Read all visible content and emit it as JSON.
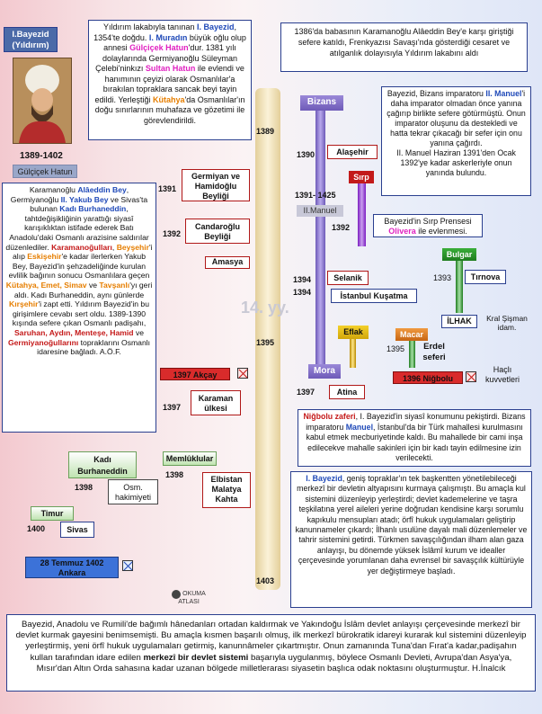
{
  "colors": {
    "bluetext": "#1f49b8",
    "orange": "#e67e00",
    "pink": "#e020c0",
    "red": "#c41818",
    "timeline": "#f2e2b8"
  },
  "header": {
    "title_line1": "I.Bayezid",
    "title_line2": "(Yıldırım)",
    "reign": "1389-1402",
    "wife": "Gülçiçek Hatun"
  },
  "intro": {
    "t1": "Yıldırım lakabıyla tanınan ",
    "h1": "I. Bayezid",
    "t2": ", 1354'te doğdu. ",
    "h2": "I. Muradın",
    "t3": " büyük oğlu olup annesi ",
    "h3": "Gülçiçek Hatun",
    "t4": "'dur. 1381 yılı dolaylarında Germiyanoğlu Süleyman Çelebi'ninkızı ",
    "h4": "Sultan Hatun",
    "t5": " ile evlendi ve hanımının çeyizi olarak Osmanlılar'a bırakılan topraklara sancak beyi tayin edildi. Yerleştiği ",
    "h5": "Kütahya",
    "t6": "'da Osmanlılar'ın doğu sınırlarının muhafaza ve gözetimi ile görevlendirildi."
  },
  "top_right": "1386'da babasının Karamanoğlu Alâeddin Bey'e karşı giriştiği sefere katıldı, Frenkyazısı Savaşı'nda gösterdiği cesaret ve atılganlık dolayısıyla Yıldırım lakabını aldı",
  "left_text": {
    "a1": "Karamanoğlu ",
    "b1": "Alâeddin Bey",
    "a2": ", Germiyanoğlu ",
    "b2": "II. Yakub Bey",
    "a3": " ve Sivas'ta bulunan ",
    "b3": "Kadı Burhaneddin",
    "a4": ", tahtdeğişikliğinin yarattığı siyasî karışıklıktan istifade ederek Batı Anadolu'daki Osmanlı arazisine saldırılar düzenlediler. ",
    "r1": "Karamanoğulları",
    "a5": ", ",
    "o1": "Beyşehir",
    "a6": "'i alıp ",
    "o2": "Eskişehir",
    "a7": "'e kadar ilerlerken Yakub Bey, Bayezid'in şehzadeliğinde kurulan evlilik bağının sonucu Osmanlılara geçen ",
    "o3": "Kütahya, Emet, Simav",
    "a8": " ve ",
    "o4": "Tavşanlı",
    "a9": "'yı geri aldı. Kadı Burhaneddin, aynı günlerde ",
    "o5": "Kırşehir",
    "a10": "'i zapt etti. Yıldırım Bayezid'in bu girişimlere cevabı sert oldu. 1389-1390 kışında sefere çıkan Osmanlı padişahı, ",
    "r2": "Saruhan, Aydın, Menteşe, Hamid",
    "a11": " ve ",
    "r3": "Germiyanoğullarını",
    "a12": " topraklarını Osmanlı idaresine bağladı. A.Ö.F."
  },
  "timeline": {
    "years": [
      "1389",
      "1395",
      "1403"
    ],
    "watermark": "14. yy."
  },
  "left_events": {
    "germiyan": "Germiyan ve Hamidoğlu Beyliği",
    "y1391": "1391",
    "candaroglu": "Candaroğlu Beyliği",
    "y1392": "1392",
    "amasya": "Amasya",
    "aksay": "1397  Akçay",
    "karaman": "Karaman ülkesi",
    "y1397": "1397",
    "kadi": "Kadı Burhaneddin",
    "y1398": "1398",
    "osm": "Osm. hakimiyeti",
    "memluk": "Memlûklular",
    "y1398b": "1398",
    "elbistan": "Elbistan Malatya Kahta",
    "timur": "Timur",
    "y1400": "1400",
    "sivas": "Sivas",
    "ankara": "28 Temmuz  1402 Ankara"
  },
  "right_events": {
    "bizans": "Bizans",
    "bizans_text1": "Bayezid, Bizans imparatoru ",
    "bizans_h": "II. Manuel",
    "bizans_text2": "'i daha imparator olmadan önce yanına çağırıp birlikte sefere götürmüştü. Onun imparator oluşunu da destekledi ve hatta tekrar çıkacağı bir sefer için onu yanına çağırdı.",
    "bizans_text3": "II. Manuel Haziran 1391'den Ocak 1392'ye kadar askerleriyle onun yanında bulundu.",
    "y1390": "1390",
    "alasehir": "Alaşehir",
    "sirp": "Sırp",
    "y1391_1425": "1391- 1425",
    "manuel": "II.Manuel",
    "y1392": "1392",
    "sirp_text1": "Bayezid'in Sırp Prensesi ",
    "olivera": "Olivera",
    "sirp_text2": " ile evlenmesi.",
    "bulgar": "Bulgar",
    "y1393": "1393",
    "tirnova": "Tırnova",
    "y1394a": "1394",
    "selanik": "Selanik",
    "y1394b": "1394",
    "istanbul": "İstanbul Kuşatma",
    "y1395": "1395",
    "ilhak": "İLHAK",
    "kral": "Kral Şişman idam.",
    "eflak": "Eflak",
    "macar": "Macar",
    "y1395b": "1395",
    "erdel": "Erdel seferi",
    "nigbolu": "1396  Niğbolu",
    "hacli": "Haçlı kuvvetleri",
    "mora": "Mora",
    "y1397": "1397",
    "atina": "Atina"
  },
  "nigbolu_box": {
    "h": "Niğbolu zaferi",
    "t": ", I. Bayezid'in siyasî konumunu pekiştirdi. Bizans imparatoru ",
    "m": "Manuel",
    "t2": ", İstanbul'da bir Türk mahallesi kurulmasını kabul etmek mecburiyetinde kaldı. Bu mahallede bir cami inşa edilecekve mahalle sakinleri için bir kadı tayin edilmesine izin verilecekti."
  },
  "state_box": {
    "h": "I. Bayezid",
    "t": ", geniş topraklar'ın tek başkentten yönetilebileceği merkezî bir devletin altyapısını kurmaya çalışmıştı. Bu amaçla kul sistemini düzenleyip yerleştirdi; devlet kademelerine ve taşra teşkilatına yerel aileleri yerine doğrudan kendisine karşı sorumlu kapıkulu mensupları atadı; örfî hukuk uygulamaları geliştirip kanunnameler çıkardı; İlhanlı usulüne dayalı mali düzenlemeler ve tahrir sistemini getirdi. Türkmen savaşçılığından ilham alan gaza anlayışı, bu dönemde yüksek İslâmî kurum ve idealler çerçevesinde yorumlanan daha evrensel bir savaşçılık kültürüyle yer değiştirmeye başladı."
  },
  "logo": "OKUMA ATLASI",
  "bottom": {
    "t1": "Bayezid, Anadolu ve Rumili'de bağımlı hânedanları ortadan kaldırmak ve Yakındoğu İslâm devlet anlayışı çerçevesinde merkezî bir devlet kurmak gayesini benimsemişti. Bu amaçla kısmen başarılı olmuş, ilk merkezî bürokratik idareyi kurarak kul sistemini düzenleyip yerleştirmiş, yeni örfî hukuk uygulamaları getirmiş, kanunnâmeler çıkartmıştır. Onun zamanında Tuna'dan Fırat'a kadar,padişahın kullan tarafından idare edilen ",
    "b": "merkezî bir devlet sistemi",
    "t2": " başarıyla uygulanmış, böylece Osmanlı Devleti, Avrupa'dan Asya'ya, Mısır'dan Altın Orda sahasına kadar uzanan bölgede milletlerarası siyasetin başlıca odak noktasını oluşturmuştur. H.İnalcık"
  }
}
